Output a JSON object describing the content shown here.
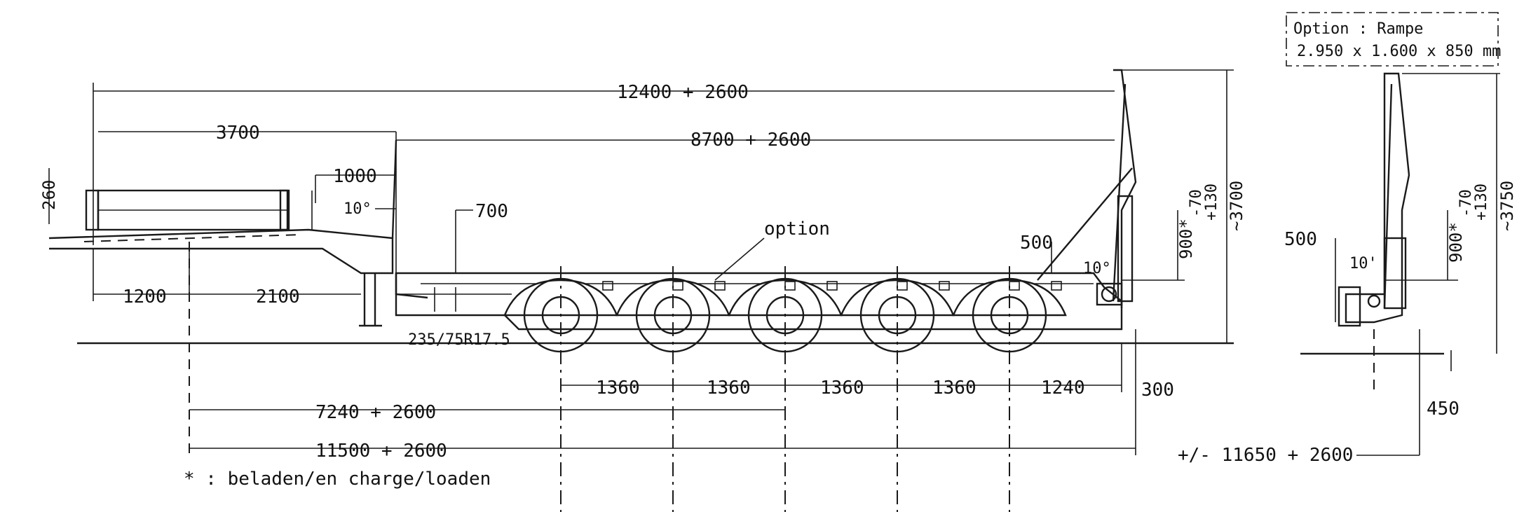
{
  "option_box": {
    "line1": "Option : Rampe",
    "line2": "2.950 x 1.600 x 850 mm"
  },
  "dimensions": {
    "total_length": "12400 + 2600",
    "deck_length": "8700 + 2600",
    "gooseneck": "3700",
    "neck_height": "1000",
    "neck_angle": "10°",
    "neck_front_height": "260",
    "kingpin_front": "1200",
    "kingpin_to_neck": "2100",
    "step": "700",
    "option_label": "option",
    "tyre": "235/75R17.5",
    "ramp_500": "500",
    "ramp_angle": "10°",
    "load_height": "900*",
    "load_tol_minus": "-70",
    "load_tol_plus": "+130",
    "overall_height": "~3700",
    "axle_spacing_1": "1360",
    "axle_spacing_2": "1360",
    "axle_spacing_3": "1360",
    "axle_spacing_4": "1360",
    "rear_overhang": "1240",
    "ramp_rear": "300",
    "kingpin_to_3rd_axle": "7240 + 2600",
    "kingpin_to_rear": "11500 + 2600",
    "footnote": "* : beladen/en charge/loaden"
  },
  "side_view": {
    "ramp_500": "500",
    "ramp_angle": "10'",
    "load_height": "900*",
    "load_tol_minus": "-70",
    "load_tol_plus": "+130",
    "overall_height": "~3750",
    "ramp_length": "450",
    "overall_length": "+/- 11650 + 2600"
  }
}
